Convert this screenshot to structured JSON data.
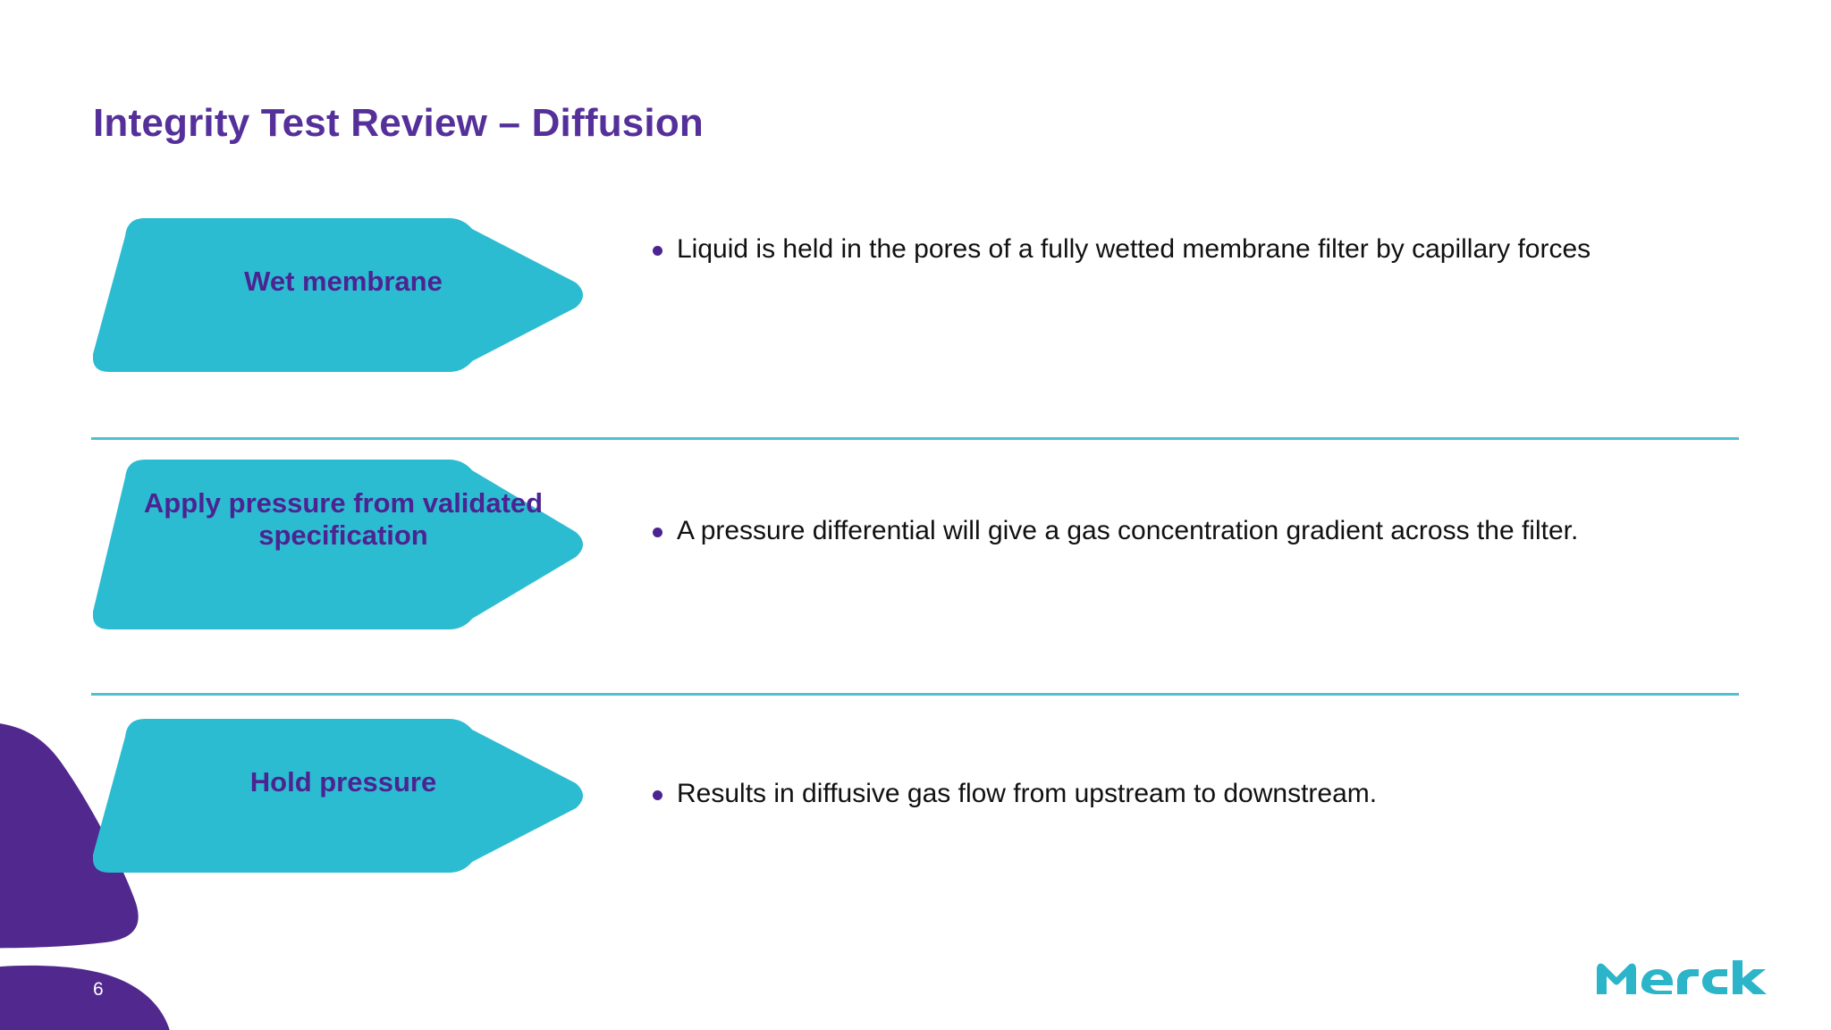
{
  "slide": {
    "title": "Integrity Test Review – Diffusion",
    "page_number": "6",
    "brand_logo_text": "Merck"
  },
  "colors": {
    "title_purple": "#55309A",
    "chevron_teal": "#2CBCD1",
    "chevron_label_purple": "#4B2491",
    "divider_teal": "#4FC0D0",
    "decor_purple": "#51288E",
    "body_text": "#111111",
    "page_number_text": "#FFFFFF",
    "logo_teal": "#2CB5C9"
  },
  "steps": [
    {
      "label": "Wet membrane",
      "bullet": "Liquid is held in the pores of a fully wetted membrane filter by capillary forces"
    },
    {
      "label": "Apply pressure from validated specification",
      "bullet": "A pressure differential will give a gas concentration gradient across the filter."
    },
    {
      "label": "Hold pressure",
      "bullet": "Results in diffusive gas flow from upstream to downstream."
    }
  ]
}
